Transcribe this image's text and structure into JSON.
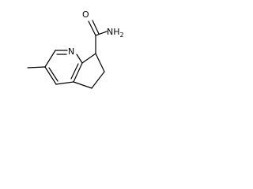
{
  "molecule": {
    "atoms": {
      "ring_nitrogen": "N",
      "amide_oxygen": "O",
      "amide_nitrogen": "NH",
      "amide_nitrogen_subscript": "2"
    },
    "colors": {
      "bond": "#000000",
      "label": "#000000",
      "background": "#ffffff"
    }
  }
}
